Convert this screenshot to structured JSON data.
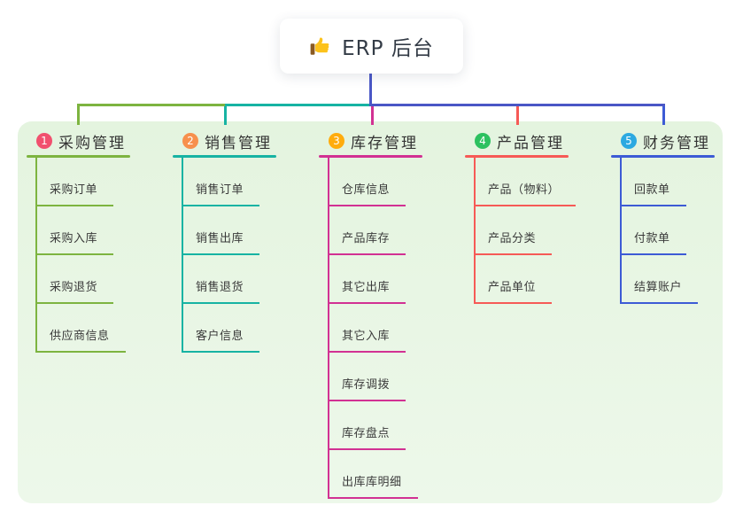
{
  "root": {
    "icon": "thumbs-up",
    "label": "ERP 后台"
  },
  "branches": [
    {
      "num": "1",
      "label": "采购管理",
      "color": "#7db440",
      "badge_color": "#f1506e",
      "children": [
        "采购订单",
        "采购入库",
        "采购退货",
        "供应商信息"
      ]
    },
    {
      "num": "2",
      "label": "销售管理",
      "color": "#17b3a3",
      "badge_color": "#f7904d",
      "children": [
        "销售订单",
        "销售出库",
        "销售退货",
        "客户信息"
      ]
    },
    {
      "num": "3",
      "label": "库存管理",
      "color": "#d23193",
      "badge_color": "#ffac0d",
      "children": [
        "仓库信息",
        "产品库存",
        "其它出库",
        "其它入库",
        "库存调拨",
        "库存盘点",
        "出库库明细"
      ]
    },
    {
      "num": "4",
      "label": "产品管理",
      "color": "#f65a56",
      "badge_color": "#2dc160",
      "children": [
        "产品（物料）",
        "产品分类",
        "产品单位"
      ]
    },
    {
      "num": "5",
      "label": "财务管理",
      "color": "#3d5bd5",
      "badge_color": "#2ca9e1",
      "children": [
        "回款单",
        "付款单",
        "结算账户"
      ]
    }
  ],
  "colors": {
    "root_connector": "#4a57c6",
    "panel_background": "#e4f4df",
    "page_background": "#ffffff",
    "text": "#333b46"
  }
}
